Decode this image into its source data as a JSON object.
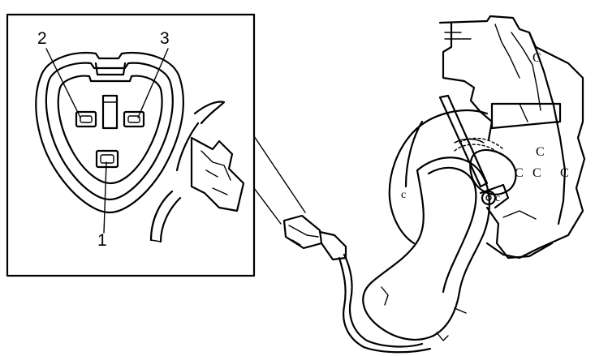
{
  "terminals": {
    "t1": "1",
    "t2": "2",
    "t3": "3"
  },
  "colors": {
    "ink": "#000000",
    "paper": "#ffffff"
  }
}
